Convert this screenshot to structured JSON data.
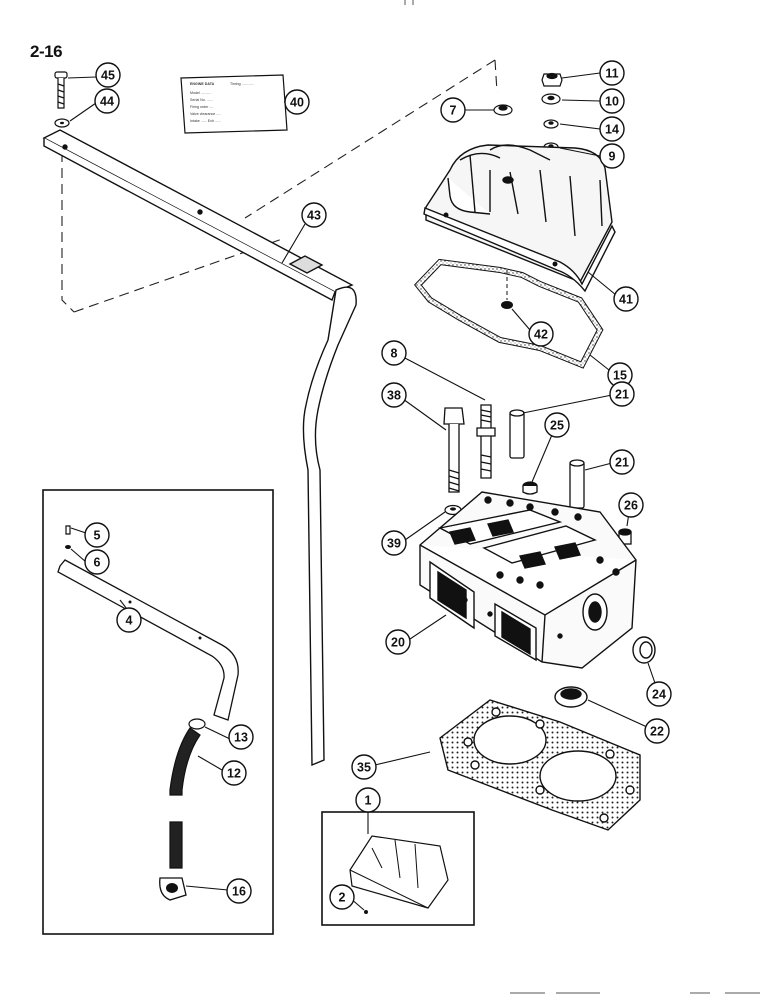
{
  "page": {
    "number": "2-16"
  },
  "decal": {
    "heading": "ENGINE DATA",
    "lines": [
      "Model ..........",
      "Serial No. ......",
      "Firing order ....",
      "Valve clearance .....",
      "Intake ......  Exh ......",
      "Timing ............"
    ]
  },
  "callouts": [
    "45",
    "44",
    "40",
    "11",
    "10",
    "7",
    "14",
    "9",
    "43",
    "41",
    "42",
    "15",
    "8",
    "21",
    "38",
    "25",
    "21",
    "5",
    "6",
    "26",
    "39",
    "4",
    "20",
    "24",
    "22",
    "13",
    "12",
    "35",
    "1",
    "16",
    "2"
  ]
}
